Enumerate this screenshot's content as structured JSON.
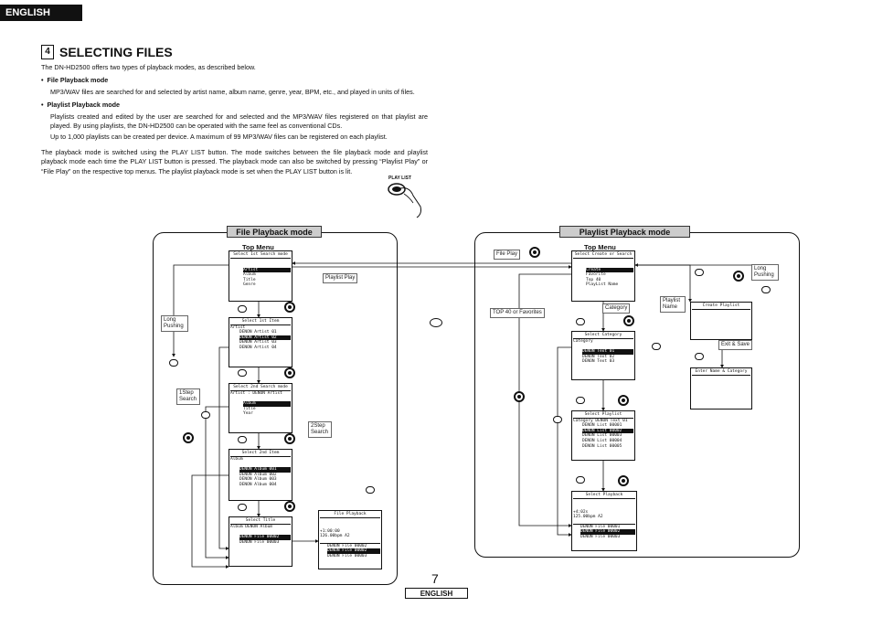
{
  "header": {
    "tab_label": "ENGLISH"
  },
  "section": {
    "number": "4",
    "title": "SELECTING FILES"
  },
  "intro": "The DN-HD2500 offers two types of playback modes, as described below.",
  "bullets": [
    {
      "title": "File Playback mode",
      "text": "MP3/WAV files are searched for and selected by artist name, album name, genre, year, BPM, etc., and played in units of files."
    },
    {
      "title": "Playlist Playback mode",
      "text": "Playlists created and edited by the user are searched for and selected and the MP3/WAV files registered on that playlist are played. By using playlists, the DN-HD2500 can be operated with the same feel as conventional CDs.",
      "text2": "Up to 1,000 playlists can be created per device. A maximum of 99 MP3/WAV files can be registered on each playlist."
    }
  ],
  "paragraph": "The playback mode is switched using the PLAY LIST button. The mode switches between the file playback mode and playlist playback mode each time the PLAY LIST button is pressed. The playback mode can also be switched by pressing “Playlist Play” or “File Play” on the respective top menus. The playlist playback mode is set when the PLAY LIST button is lit.",
  "play_list_label": "PLAY LIST",
  "file_mode": {
    "tag": "File Playback mode",
    "top_menu": "Top Menu",
    "labels": {
      "playlist_play": "Playlist Play",
      "long_pushing": "Long Pushing",
      "step1": "1Step Search",
      "step2": "2Step Search"
    },
    "screens": [
      {
        "title": "Select 1st Search mode",
        "rows": [
          "Artist",
          "Album",
          "Title",
          "Genre"
        ]
      },
      {
        "title": "Select 1st Item",
        "sub": "Artist",
        "rows": [
          "DENON Artist 01",
          "DENON Artist 02",
          "DENON Artist 03",
          "DENON Artist 04"
        ]
      },
      {
        "title": "Select 2nd Search mode",
        "sub": "Artist : DENON Artist",
        "rows": [
          "Album",
          "Title",
          "Year"
        ]
      },
      {
        "title": "Select 2nd Item",
        "sub": "Album",
        "rows": [
          "DENON Album 001",
          "DENON Album 002",
          "DENON Album 003",
          "DENON Album 004"
        ]
      },
      {
        "title": "Select Title",
        "sub": "Album DENON Album",
        "rows": [
          "DENON File 00002",
          "DENON File 00003"
        ]
      }
    ],
    "playback": {
      "title": "File Playback",
      "time": "+1:00:00",
      "bpm": "126.00bpm",
      "key": "A2",
      "rows": [
        "DENON File 00002",
        "DENON File 00002",
        "DENON File 00003"
      ]
    }
  },
  "playlist_mode": {
    "tag": "Playlist Playback mode",
    "top_menu": "Top Menu",
    "labels": {
      "file_play": "File Play",
      "top40": "TOP 40 or Favorites",
      "category": "Category",
      "playlist_name": "Playlist Name",
      "long_pushing": "Long Pushing",
      "exit_save": "Exit & Save"
    },
    "screens": [
      {
        "title": "Select Create or Search",
        "rows": [
          "Create",
          "Favorite",
          "Top 40",
          "PlayList Name"
        ]
      },
      {
        "title": "Select Category",
        "sub": "Category",
        "rows": [
          "DENON Text 01",
          "DENON Text 02",
          "DENON Text 03"
        ]
      },
      {
        "title": "Select Playlist",
        "sub": "Category DENON Text 01",
        "rows": [
          "DENON List 00001",
          "DENON List 00002",
          "DENON List 00003",
          "DENON List 00004",
          "DENON List 00005"
        ]
      }
    ],
    "create": {
      "title": "Create Playlist"
    },
    "enter": {
      "title": "Enter Name & Category"
    },
    "playback": {
      "title": "Select Playback",
      "time": "+4:02s",
      "bpm": "125.00bpm",
      "key": "A2",
      "rows": [
        "DENON File 00001",
        "DENON File 00002",
        "DENON File 00003"
      ]
    }
  },
  "footer": {
    "page_number": "7",
    "language": "ENGLISH"
  }
}
